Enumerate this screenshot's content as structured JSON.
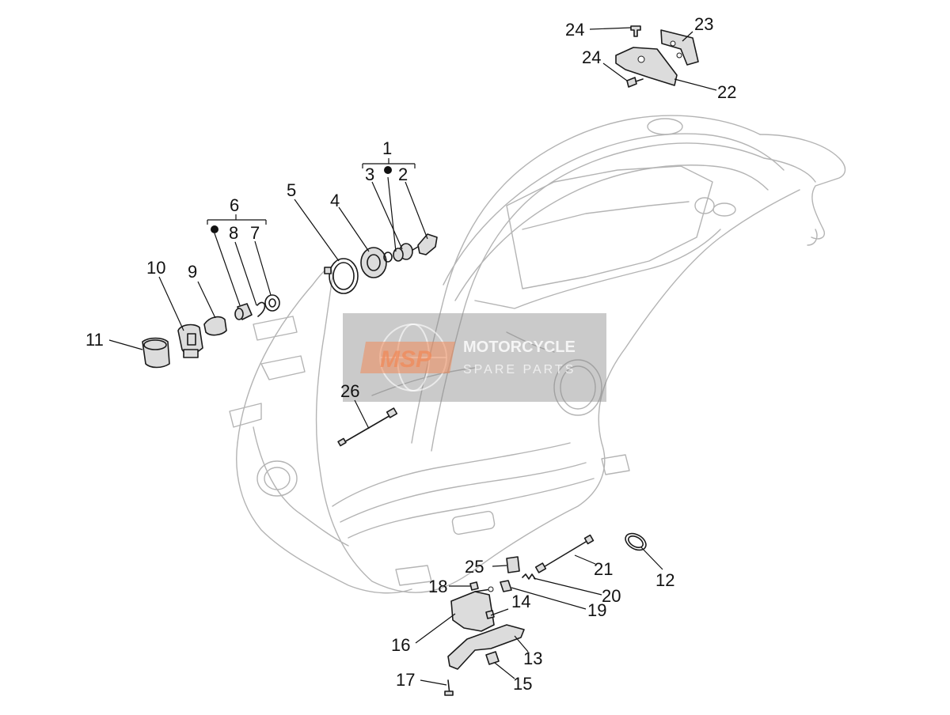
{
  "diagram": {
    "type": "exploded-parts-diagram",
    "callouts": [
      "1",
      "2",
      "3",
      "4",
      "5",
      "6",
      "7",
      "8",
      "9",
      "10",
      "11",
      "12",
      "13",
      "14",
      "15",
      "16",
      "17",
      "18",
      "19",
      "20",
      "21",
      "22",
      "23",
      "24",
      "24",
      "25",
      "26"
    ],
    "groups": [
      {
        "parent": "1",
        "children": [
          "3",
          "2"
        ],
        "marker": "dot"
      },
      {
        "parent": "6",
        "children": [
          "8",
          "7"
        ],
        "marker": "dot"
      }
    ]
  },
  "watermark": {
    "logo": "MSP",
    "line1": "MOTORCYCLE",
    "line2": "SPARE PARTS",
    "logo_color": "#f08a5a"
  }
}
